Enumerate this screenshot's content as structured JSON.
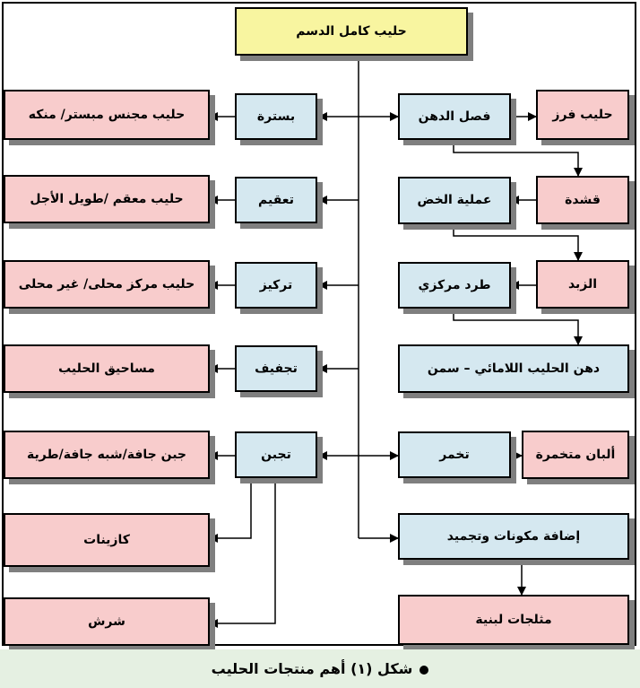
{
  "nodes": {
    "whole_milk": "حليب كامل الدسم",
    "pasteurization": "بسترة",
    "homogenized_milk": "حليب مجنس مبستر/ منكه",
    "sterilization": "تعقيم",
    "sterilized_milk": "حليب معقم /طويل الأجل",
    "concentration": "تركيز",
    "concentrated_milk": "حليب مركز محلى/ غير محلى",
    "drying": "تجفيف",
    "milk_powder": "مساحيق الحليب",
    "cheese_making": "تجبن",
    "cheese_types": "جبن جافة/شبه جافة/طرية",
    "caseinates": "كازينات",
    "whey": "شرش",
    "fat_separation": "فصل الدهن",
    "skim_milk": "حليب فرز",
    "cream": "قشدة",
    "churning": "عملية الخض",
    "butter": "الزبد",
    "centrifuge": "طرد مركزي",
    "anhydrous_fat": "دهن الحليب اللامائي – سمن",
    "fermentation": "تخمر",
    "fermented_milk": "ألبان متخمرة",
    "add_freeze": "إضافة مكونات وتجميد",
    "ice_cream": "مثلجات لبنية"
  },
  "caption": "شكل (١) أهم منتجات الحليب",
  "colors": {
    "product_box": "#f8cccc",
    "process_box": "#d5e8f0",
    "source_box": "#f8f5a0",
    "caption_bar": "#e5f0e2"
  }
}
